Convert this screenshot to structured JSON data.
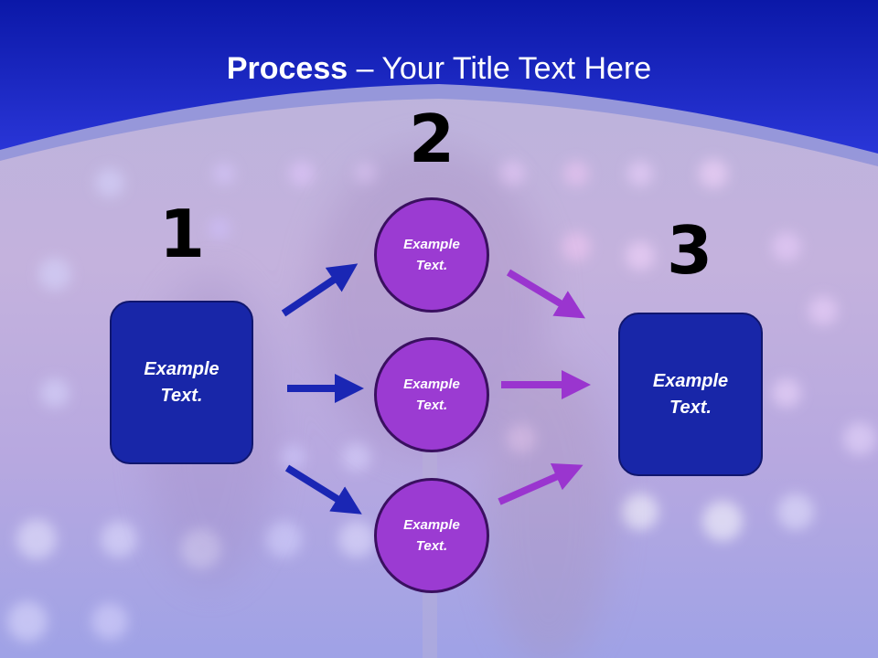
{
  "title": {
    "bold": "Process",
    "rest": " – Your Title Text Here"
  },
  "steps": [
    {
      "number": "1",
      "text": "Example\nText."
    },
    {
      "number": "2",
      "items": [
        "Example\nText.",
        "Example\nText.",
        "Example\nText."
      ]
    },
    {
      "number": "3",
      "text": "Example\nText."
    }
  ],
  "colors": {
    "header_blue": "#1727c4",
    "box_fill": "#1826a8",
    "circle_fill": "#9b3bd2",
    "arrow_blue": "#1a26b4",
    "arrow_purple": "#9a35cf"
  }
}
